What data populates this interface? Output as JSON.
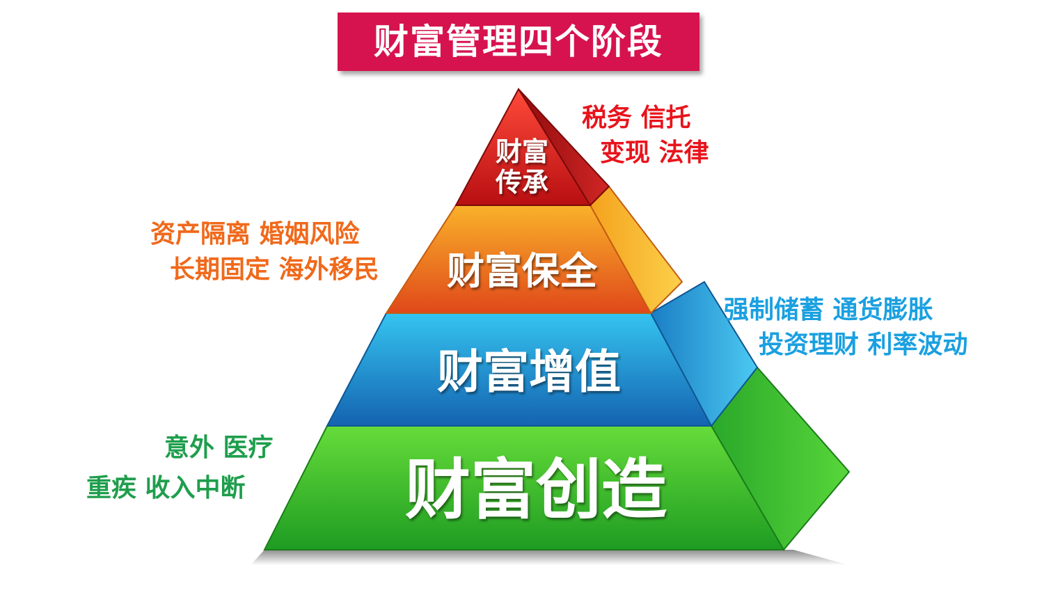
{
  "title": "财富管理四个阶段",
  "levels": {
    "top": {
      "line1": "财富",
      "line2": "传承"
    },
    "third": "财富保全",
    "second": "财富增值",
    "base": "财富创造"
  },
  "annotations": {
    "top": {
      "line1": "税务   信托",
      "line2": "变现   法律"
    },
    "third": {
      "line1": "资产隔离   婚姻风险",
      "line2": "长期固定 海外移民"
    },
    "second": {
      "line1": "强制储蓄   通货膨胀",
      "line2": "投资理财   利率波动"
    },
    "base": {
      "line1": "意外     医疗",
      "line2": "重疾   收入中断"
    }
  },
  "colors": {
    "title_bg": "#d6134e",
    "top": "#cc1a1a",
    "third": "#e8761a",
    "second": "#1f8fd0",
    "base": "#2fb52f",
    "note_red": "#e8141c",
    "note_orange": "#f0691b",
    "note_blue": "#1aa0e0",
    "note_green": "#1e9e4c"
  }
}
